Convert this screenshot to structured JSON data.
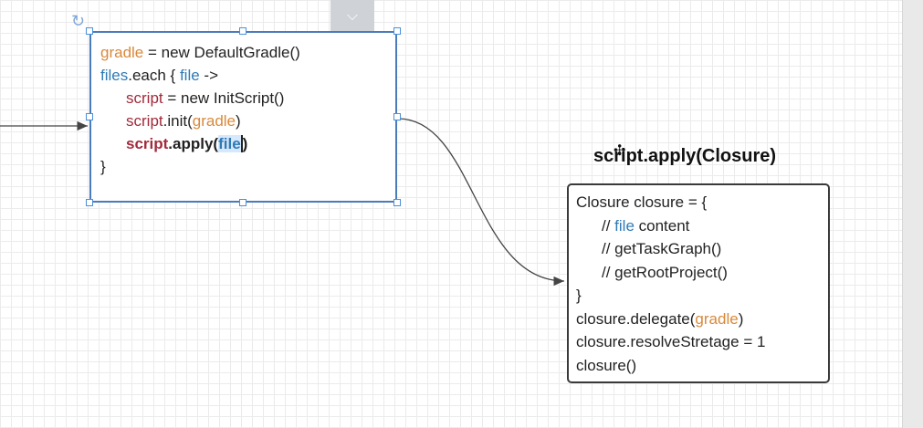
{
  "code_box": {
    "line1": {
      "var": "gradle",
      "rest": " = new DefaultGradle()"
    },
    "line2": {
      "var": "files",
      "mid": ".each { ",
      "arg": "file",
      "rest": " ->"
    },
    "line3": {
      "var": "script",
      "rest": " = new InitScript()"
    },
    "line4": {
      "var": "script",
      "mid": ".init(",
      "arg": "gradle",
      "rest": ")"
    },
    "line5": {
      "var": "script",
      "mid": ".apply(",
      "arg": "file",
      "rest": ")"
    },
    "line6": "}"
  },
  "closure_label": "script.apply(Closure)",
  "closure_box": {
    "line1": "Closure closure = {",
    "line2": {
      "prefix": "// ",
      "arg": "file",
      "rest": " content"
    },
    "line3": "// getTaskGraph()",
    "line4": "// getRootProject()",
    "line5": "}",
    "line6": {
      "prefix": "closure.delegate(",
      "arg": "gradle",
      "rest": ")"
    },
    "line7": "closure.resolveStretage = 1",
    "line8": "closure()"
  },
  "icons": {
    "collapse": "chevron-down-icon",
    "rotate": "rotate-icon",
    "move": "move-cursor-icon"
  },
  "colors": {
    "accent_blue": "#4a7bbd",
    "keyword_orange": "#d9893a",
    "param_blue": "#2f7ab5",
    "script_red": "#a22a3b"
  }
}
